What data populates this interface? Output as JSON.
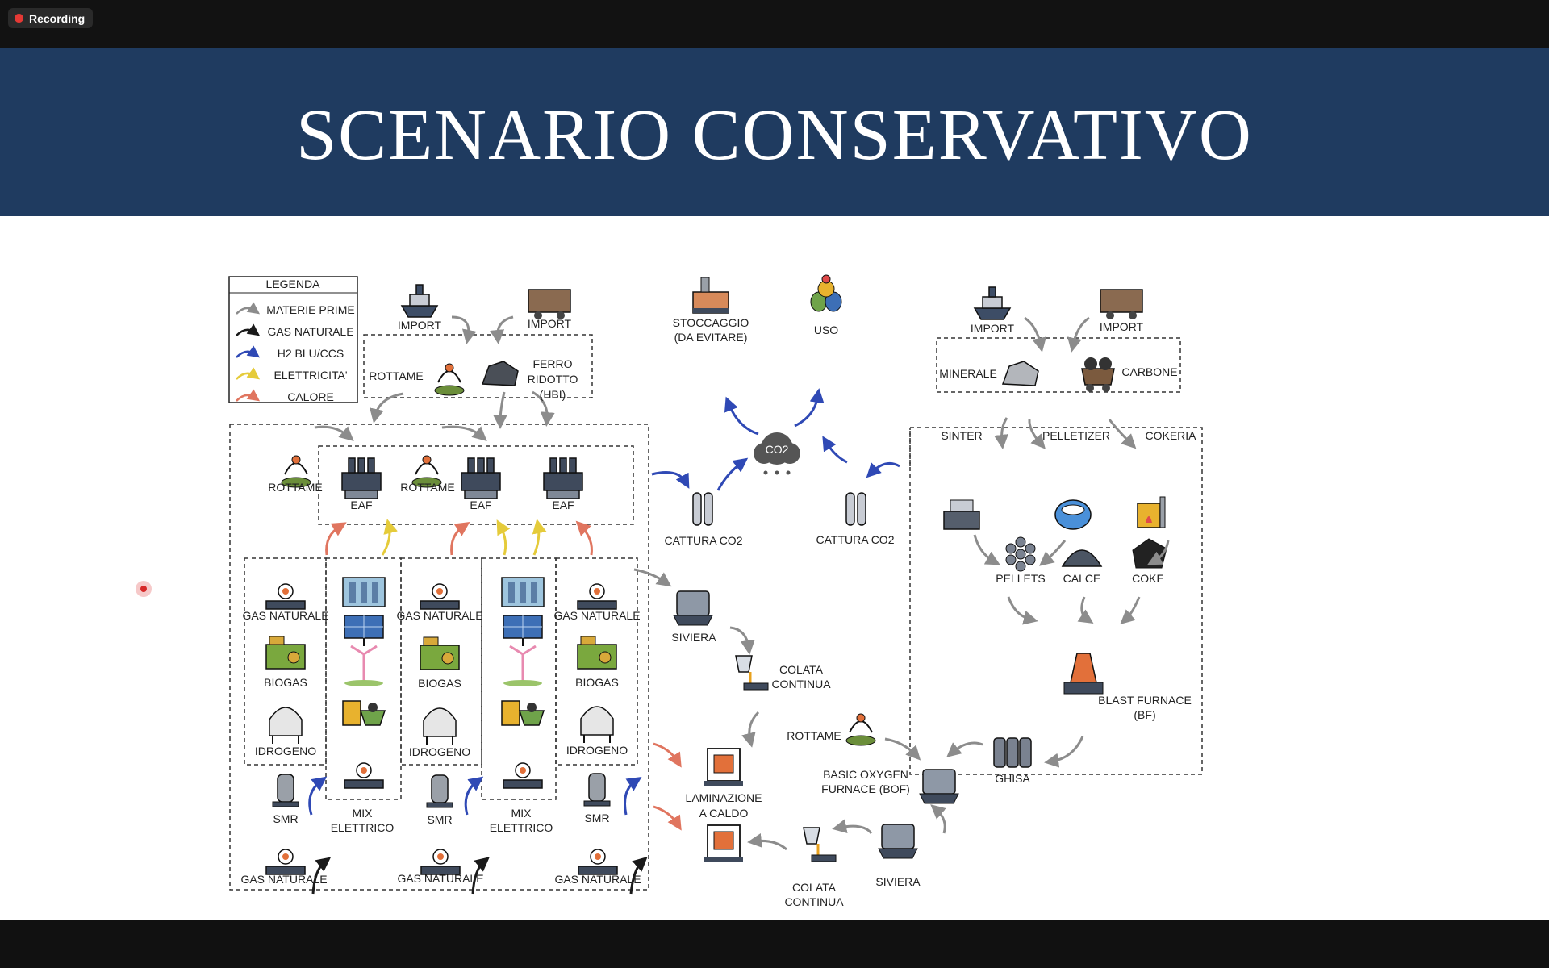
{
  "recording": {
    "label": "Recording"
  },
  "slide": {
    "title": "SCENARIO CONSERVATIVO",
    "legend": {
      "title": "LEGENDA",
      "items": [
        {
          "label": "MATERIE PRIME",
          "color": "#8c8c8c"
        },
        {
          "label": "GAS NATURALE",
          "color": "#1a1a1a"
        },
        {
          "label": "H2 BLU/CCS",
          "color": "#2f49b5"
        },
        {
          "label": "ELETTRICITA'",
          "color": "#e5cb3a"
        },
        {
          "label": "CALORE",
          "color": "#e0755f"
        }
      ]
    },
    "labels": {
      "import": "IMPORT",
      "rottame": "ROTTAME",
      "ferro_ridotto": [
        "FERRO",
        "RIDOTTO",
        "(HBI)"
      ],
      "eaf": "EAF",
      "gas_naturale": "GAS NATURALE",
      "biogas": "BIOGAS",
      "idrogeno": "IDROGENO",
      "smr": "SMR",
      "mix_elettrico": [
        "MIX",
        "ELETTRICO"
      ],
      "stoccaggio": [
        "STOCCAGGIO",
        "(DA EVITARE)"
      ],
      "uso": "USO",
      "co2": "CO2",
      "cattura_co2": "CATTURA CO2",
      "siviera": "SIVIERA",
      "colata_continua": [
        "COLATA",
        "CONTINUA"
      ],
      "laminazione": [
        "LAMINAZIONE",
        "A CALDO"
      ],
      "bof": [
        "BASIC OXYGEN",
        "FURNACE (BOF)"
      ],
      "minerale": "MINERALE",
      "carbone": "CARBONE",
      "sinter": "SINTER",
      "pelletizer": "PELLETIZER",
      "cokeria": "COKERIA",
      "pellets": "PELLETS",
      "calce": "CALCE",
      "coke": "COKE",
      "blast_furnace": [
        "BLAST FURNACE",
        "(BF)"
      ],
      "ghisa": "GHISA"
    }
  }
}
